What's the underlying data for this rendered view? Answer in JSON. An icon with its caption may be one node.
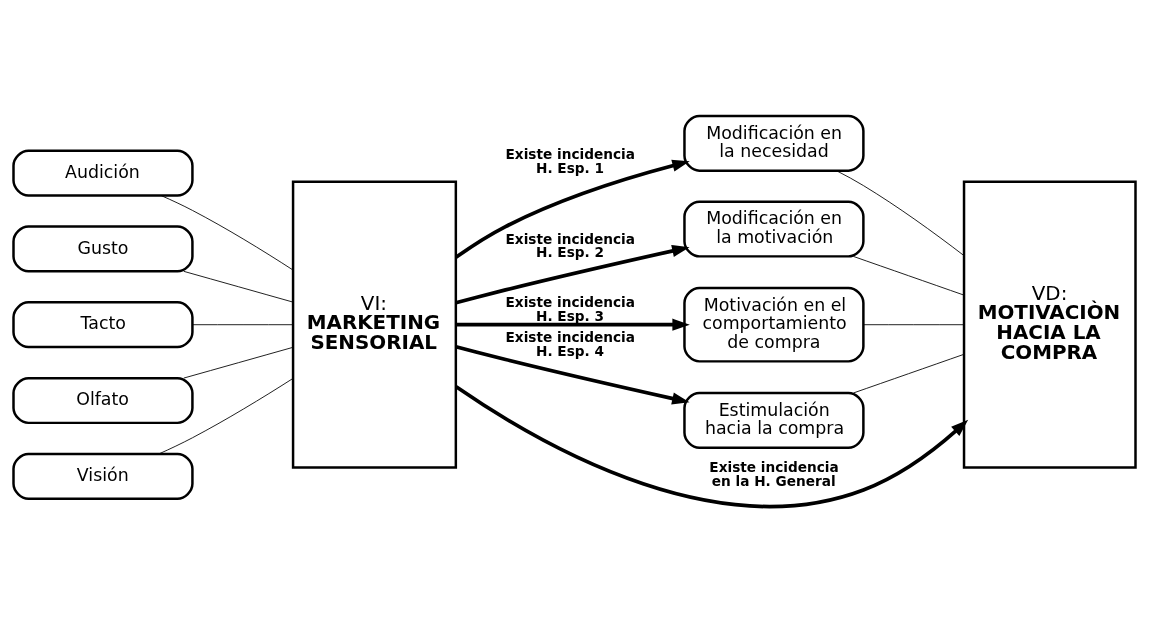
{
  "diagram": {
    "nodes": [
      {
        "text": [
          "Audición"
        ]
      },
      {
        "text": [
          "Gusto"
        ]
      },
      {
        "text": [
          "Tacto"
        ]
      },
      {
        "text": [
          "Olfato"
        ]
      },
      {
        "text": [
          "Visión"
        ]
      },
      {
        "text": [
          "VI:",
          "MARKETING SENSORIAL"
        ]
      },
      {
        "text": [
          "Modificación en la necesidad"
        ]
      },
      {
        "text": [
          "Modificación en la motivación"
        ]
      },
      {
        "text": [
          "Motivación en el comportamiento de compra"
        ]
      },
      {
        "text": [
          "Estimulación hacia la compra"
        ]
      },
      {
        "text": [
          "VD:",
          "MOTIVACIÒN HACIA LA COMPRA"
        ]
      }
    ],
    "edges": [
      {
        "from": 0,
        "to": 5,
        "arrow": "none"
      },
      {
        "from": 1,
        "to": 5,
        "arrow": "none"
      },
      {
        "from": 2,
        "to": 5,
        "arrow": "none"
      },
      {
        "from": 3,
        "to": 5,
        "arrow": "none"
      },
      {
        "from": 4,
        "to": 5,
        "arrow": "none"
      },
      {
        "from": 5,
        "to": 10,
        "arrow": "to",
        "label": "Existe incidencia en la H. General",
        "style": "thick"
      },
      {
        "from": 5,
        "to": 6,
        "arrow": "to",
        "label": "Existe incidencia H. Esp. 1",
        "style": "thick"
      },
      {
        "from": 5,
        "to": 7,
        "arrow": "to",
        "label": "Existe incidencia H. Esp. 2",
        "style": "thick"
      },
      {
        "from": 5,
        "to": 8,
        "arrow": "to",
        "label": "Existe incidencia H. Esp. 3",
        "style": "thick"
      },
      {
        "from": 5,
        "to": 9,
        "arrow": "to",
        "label": "Existe incidencia H. Esp. 4",
        "style": "thick"
      },
      {
        "from": 6,
        "to": 10,
        "arrow": "none"
      },
      {
        "from": 7,
        "to": 10,
        "arrow": "none"
      },
      {
        "from": 8,
        "to": 10,
        "arrow": "none"
      },
      {
        "from": 9,
        "to": 10,
        "arrow": "none"
      }
    ]
  }
}
